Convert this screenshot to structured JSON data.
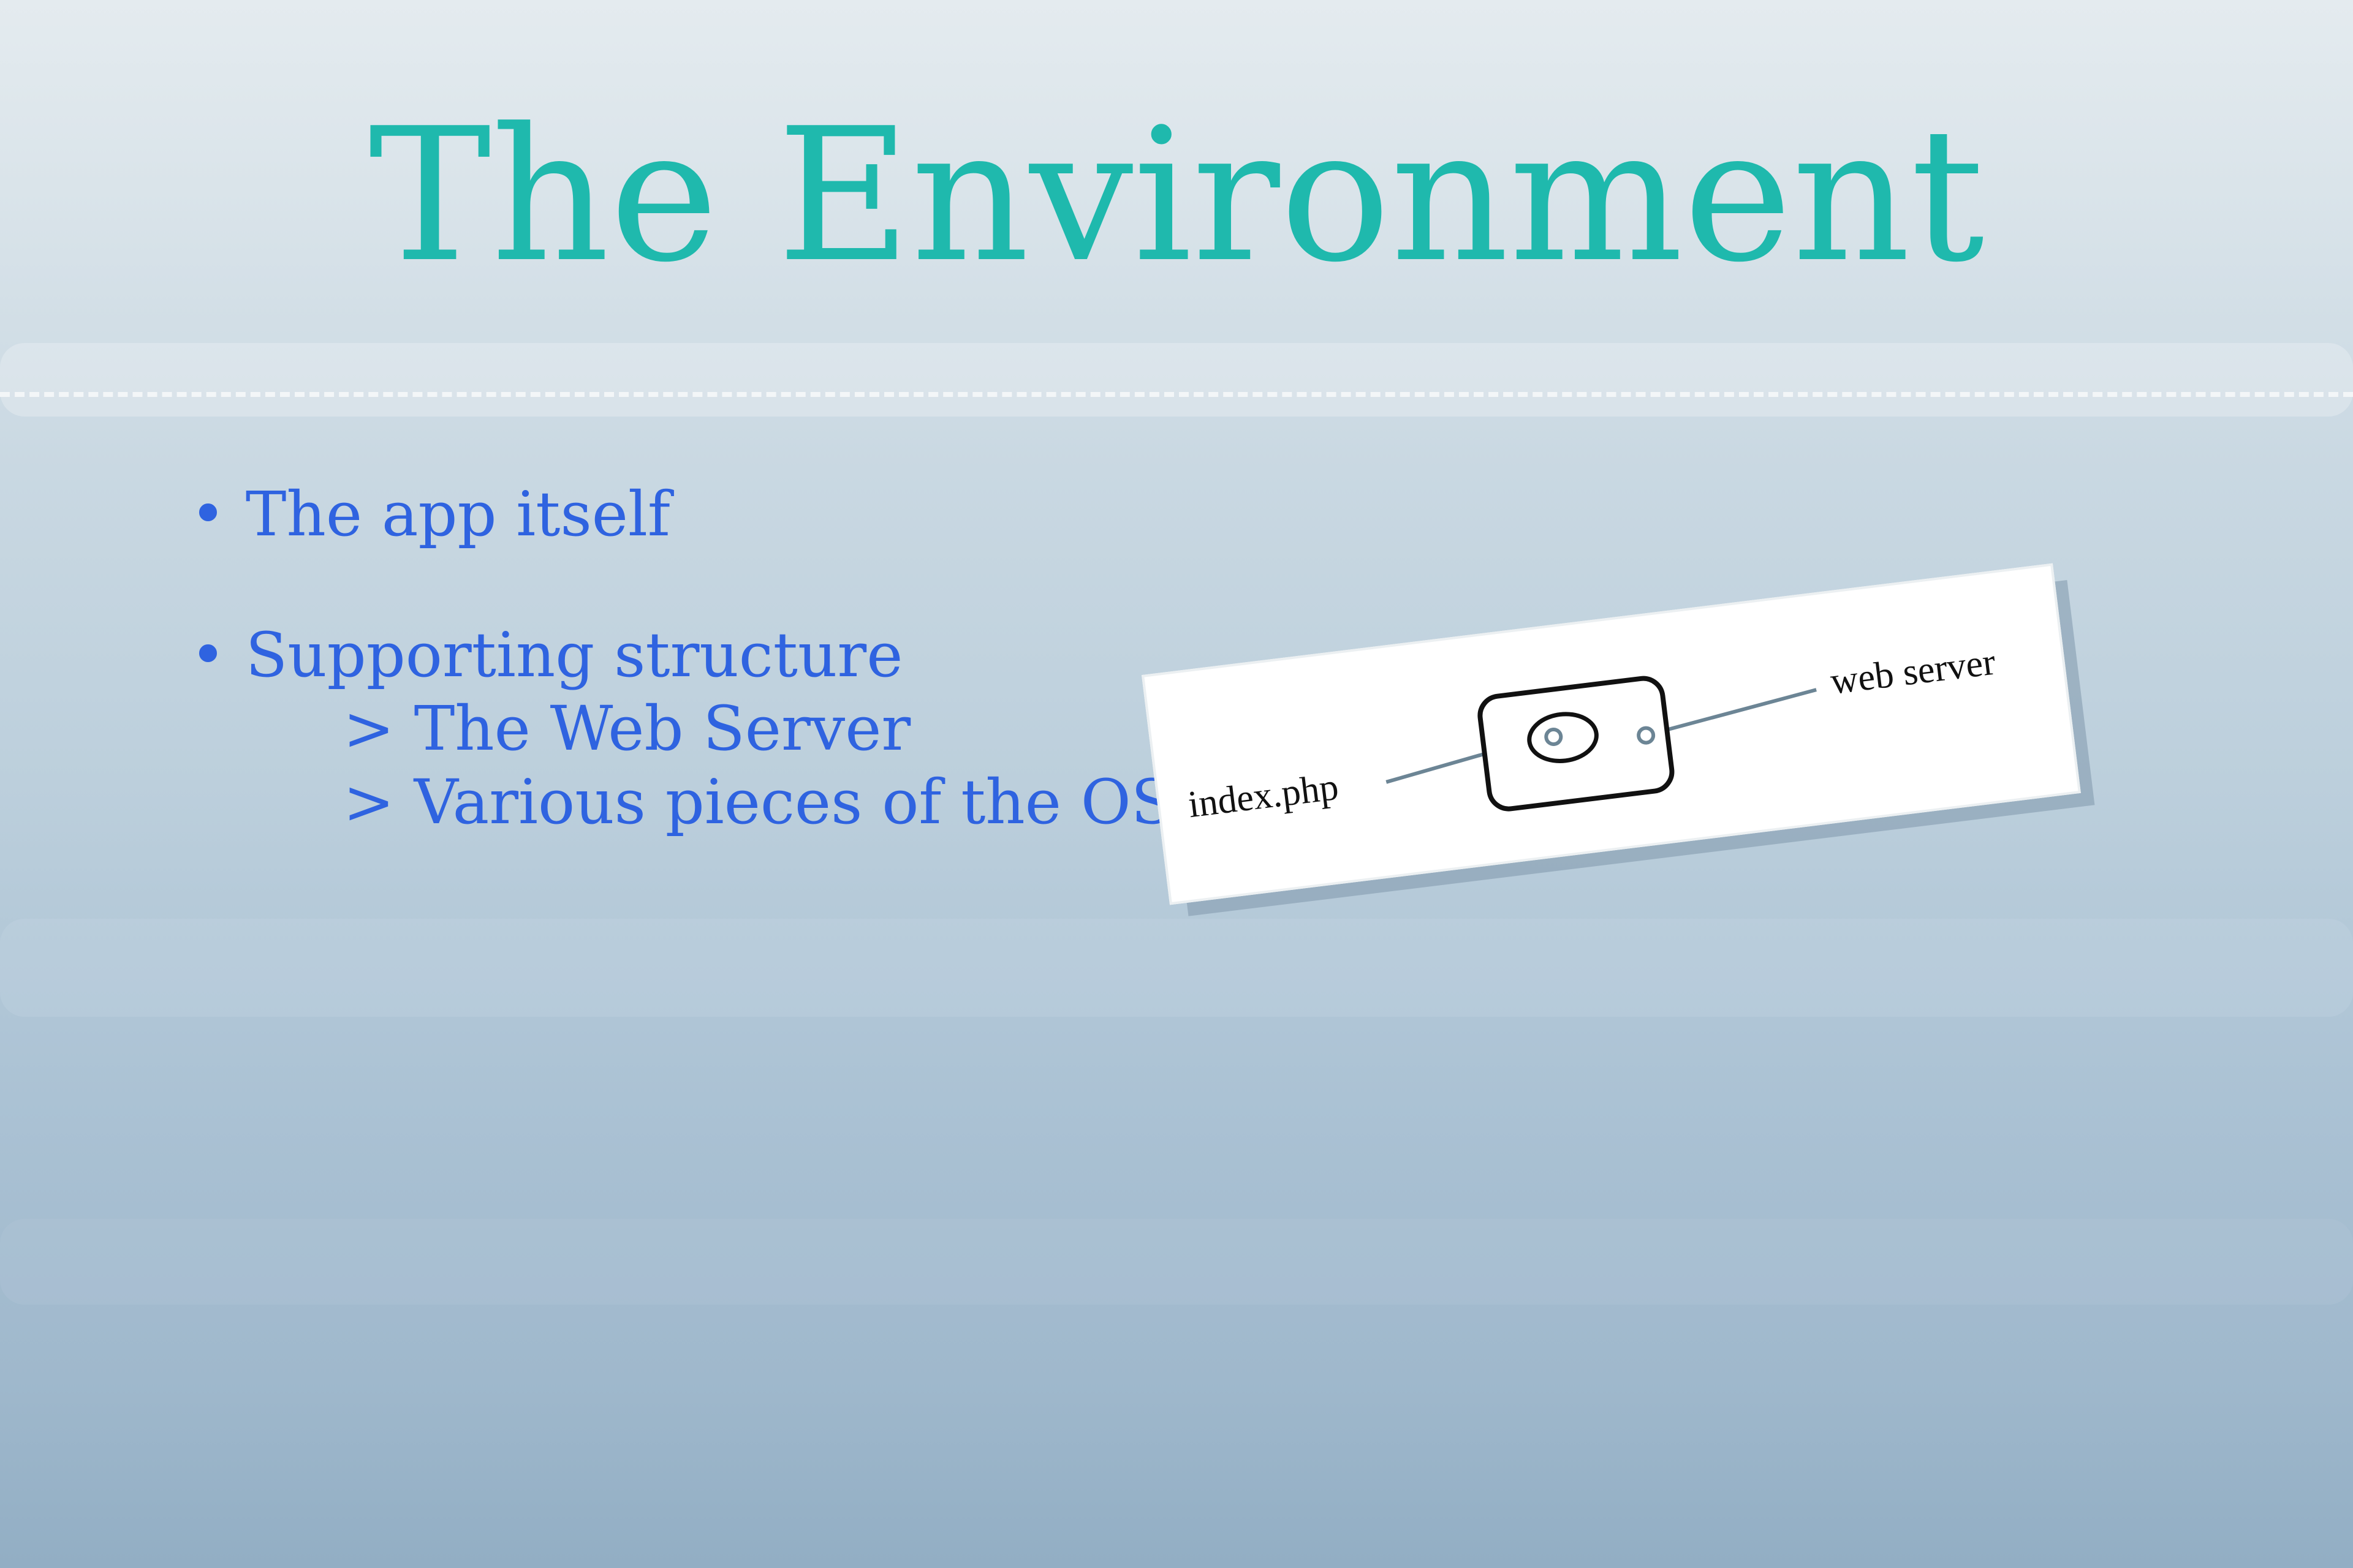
{
  "slide": {
    "title": "The Environment",
    "bullets": [
      {
        "text": "• The app itself"
      },
      {
        "text": "• Supporting structure"
      }
    ],
    "sub_items": [
      {
        "text": "> The Web Server"
      },
      {
        "text": "> Various pieces of the OS"
      }
    ]
  },
  "diagram": {
    "left_label": "index.php",
    "right_label": "web server"
  },
  "colors": {
    "title": "#1fb9ad",
    "body_text": "#2f63e0"
  }
}
